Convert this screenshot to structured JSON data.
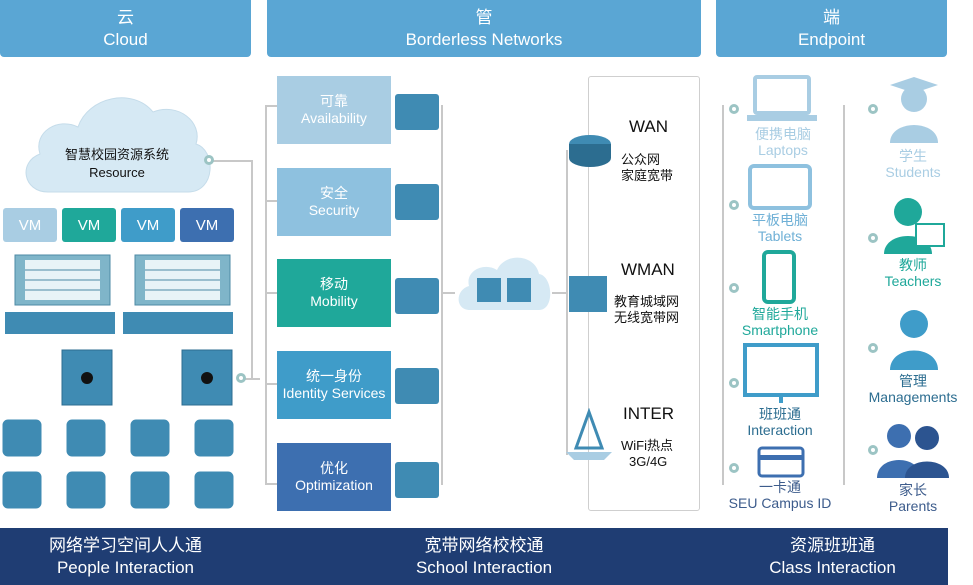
{
  "headers": {
    "cloud": {
      "zh": "云",
      "en": "Cloud"
    },
    "networks": {
      "zh": "管",
      "en": "Borderless Networks"
    },
    "endpoint": {
      "zh": "端",
      "en": "Endpoint"
    }
  },
  "cloud_section": {
    "resource_zh": "智慧校园资源系统",
    "resource_en": "Resource",
    "vms": [
      "VM",
      "VM",
      "VM",
      "VM"
    ]
  },
  "services": [
    {
      "zh": "可靠",
      "en": "Availability"
    },
    {
      "zh": "安全",
      "en": "Security"
    },
    {
      "zh": "移动",
      "en": "Mobility"
    },
    {
      "zh": "统一身份",
      "en": "Identity Services"
    },
    {
      "zh": "优化",
      "en": "Optimization"
    }
  ],
  "networks": [
    {
      "name": "WAN",
      "desc1": "公众网",
      "desc2": "家庭宽带"
    },
    {
      "name": "WMAN",
      "desc1": "教育城域网",
      "desc2": "无线宽带网"
    },
    {
      "name": "INTER",
      "desc1": "WiFi热点",
      "desc2": "3G/4G"
    }
  ],
  "devices": [
    {
      "zh": "便携电脑",
      "en": "Laptops"
    },
    {
      "zh": "平板电脑",
      "en": "Tablets"
    },
    {
      "zh": "智能手机",
      "en": "Smartphone"
    },
    {
      "zh": "班班通",
      "en": "Interaction"
    },
    {
      "zh": "一卡通",
      "en": "SEU Campus ID"
    }
  ],
  "users": [
    {
      "zh": "学生",
      "en": "Students"
    },
    {
      "zh": "教师",
      "en": "Teachers"
    },
    {
      "zh": "管理",
      "en": "Managements"
    },
    {
      "zh": "家长",
      "en": "Parents"
    }
  ],
  "footers": {
    "people": {
      "zh": "网络学习空间人人通",
      "en": "People Interaction"
    },
    "school": {
      "zh": "宽带网络校校通",
      "en": "School Interaction"
    },
    "class": {
      "zh": "资源班班通",
      "en": "Class Interaction"
    }
  },
  "colors": {
    "header": "#5aa6d4",
    "footer": "#1f3d73",
    "teal": "#2aa89a",
    "light_blue": "#a9cde3",
    "mid_blue": "#3f9cc9",
    "dark_blue": "#3d6fb0"
  }
}
